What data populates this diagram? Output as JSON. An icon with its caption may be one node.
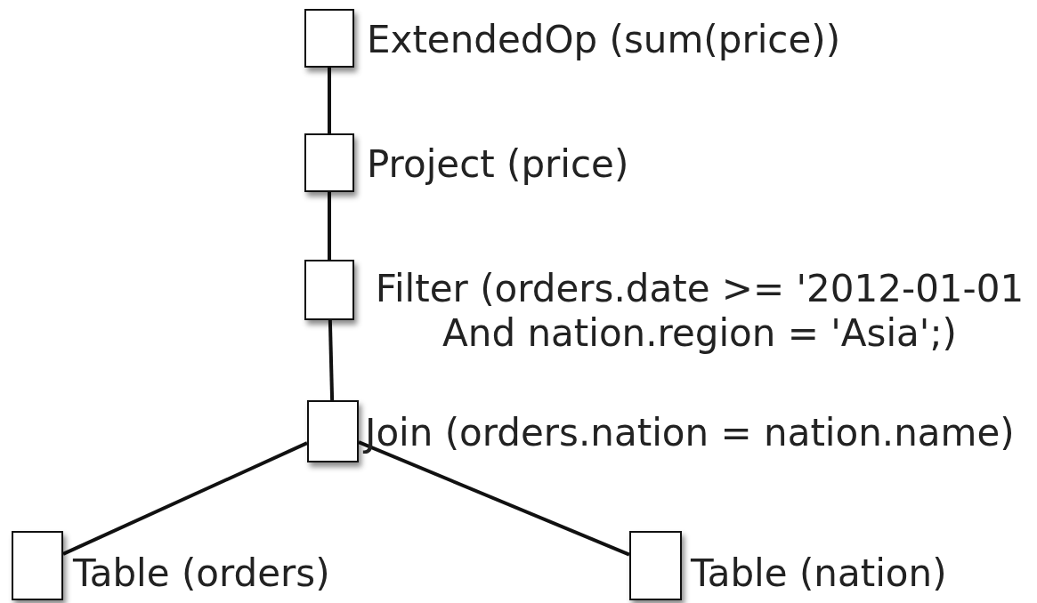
{
  "diagram": {
    "nodes": [
      {
        "text": [],
        "shape": "box",
        "beside": [
          "ExtendedOp (sum(price))"
        ]
      },
      {
        "text": [],
        "shape": "box",
        "beside": [
          "Project (price)"
        ]
      },
      {
        "text": [],
        "shape": "box",
        "beside": [
          "Filter (orders.date >= '2012-01-01 And nation.region = 'Asia';)"
        ]
      },
      {
        "text": [],
        "shape": "box",
        "beside": [
          "Join (orders.nation = nation.name)"
        ]
      },
      {
        "text": [],
        "shape": "box",
        "beside": [
          "Table (orders)"
        ]
      },
      {
        "text": [],
        "shape": "box",
        "beside": [
          "Table (nation)"
        ]
      }
    ],
    "edges": [
      {
        "from": 0,
        "to": 1,
        "arrow": "none"
      },
      {
        "from": 1,
        "to": 2,
        "arrow": "none"
      },
      {
        "from": 2,
        "to": 3,
        "arrow": "none"
      },
      {
        "from": 3,
        "to": 4,
        "arrow": "none"
      },
      {
        "from": 3,
        "to": 5,
        "arrow": "none"
      }
    ]
  }
}
